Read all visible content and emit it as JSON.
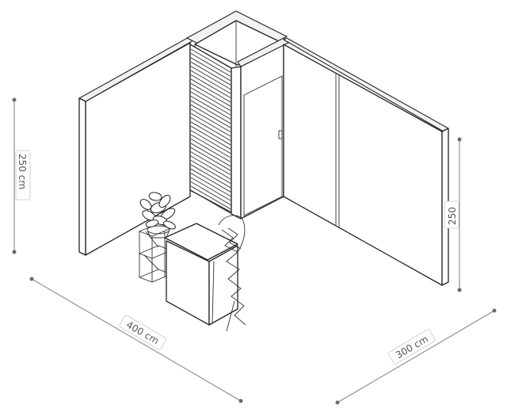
{
  "dimensions": {
    "height_left": "250 cm",
    "height_right": "250",
    "width_front": "400 cm",
    "depth_side": "300 cm"
  },
  "colors": {
    "outline": "#222222",
    "dimension_line": "#8a8a8a",
    "label_text": "#555555",
    "background": "#ffffff"
  },
  "icons": {
    "plant": "potted-plant-icon",
    "chair": "chair-icon"
  }
}
